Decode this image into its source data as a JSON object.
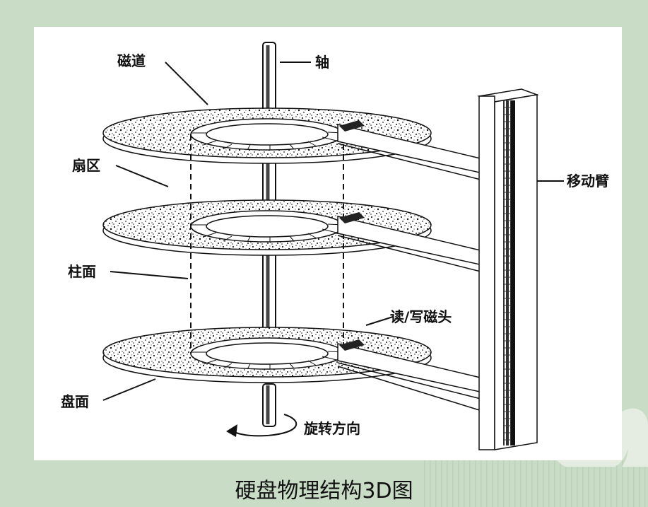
{
  "labels": {
    "track": "磁道",
    "axis": "轴",
    "sector": "扇区",
    "arm": "移动臂",
    "cylinder": "柱面",
    "head": "读/写磁头",
    "platter": "盘面",
    "rotation": "旋转方向"
  },
  "caption": "硬盘物理结构3D图",
  "colors": {
    "background": "#c9dcc6",
    "panel": "#ffffff",
    "ink": "#111111"
  }
}
